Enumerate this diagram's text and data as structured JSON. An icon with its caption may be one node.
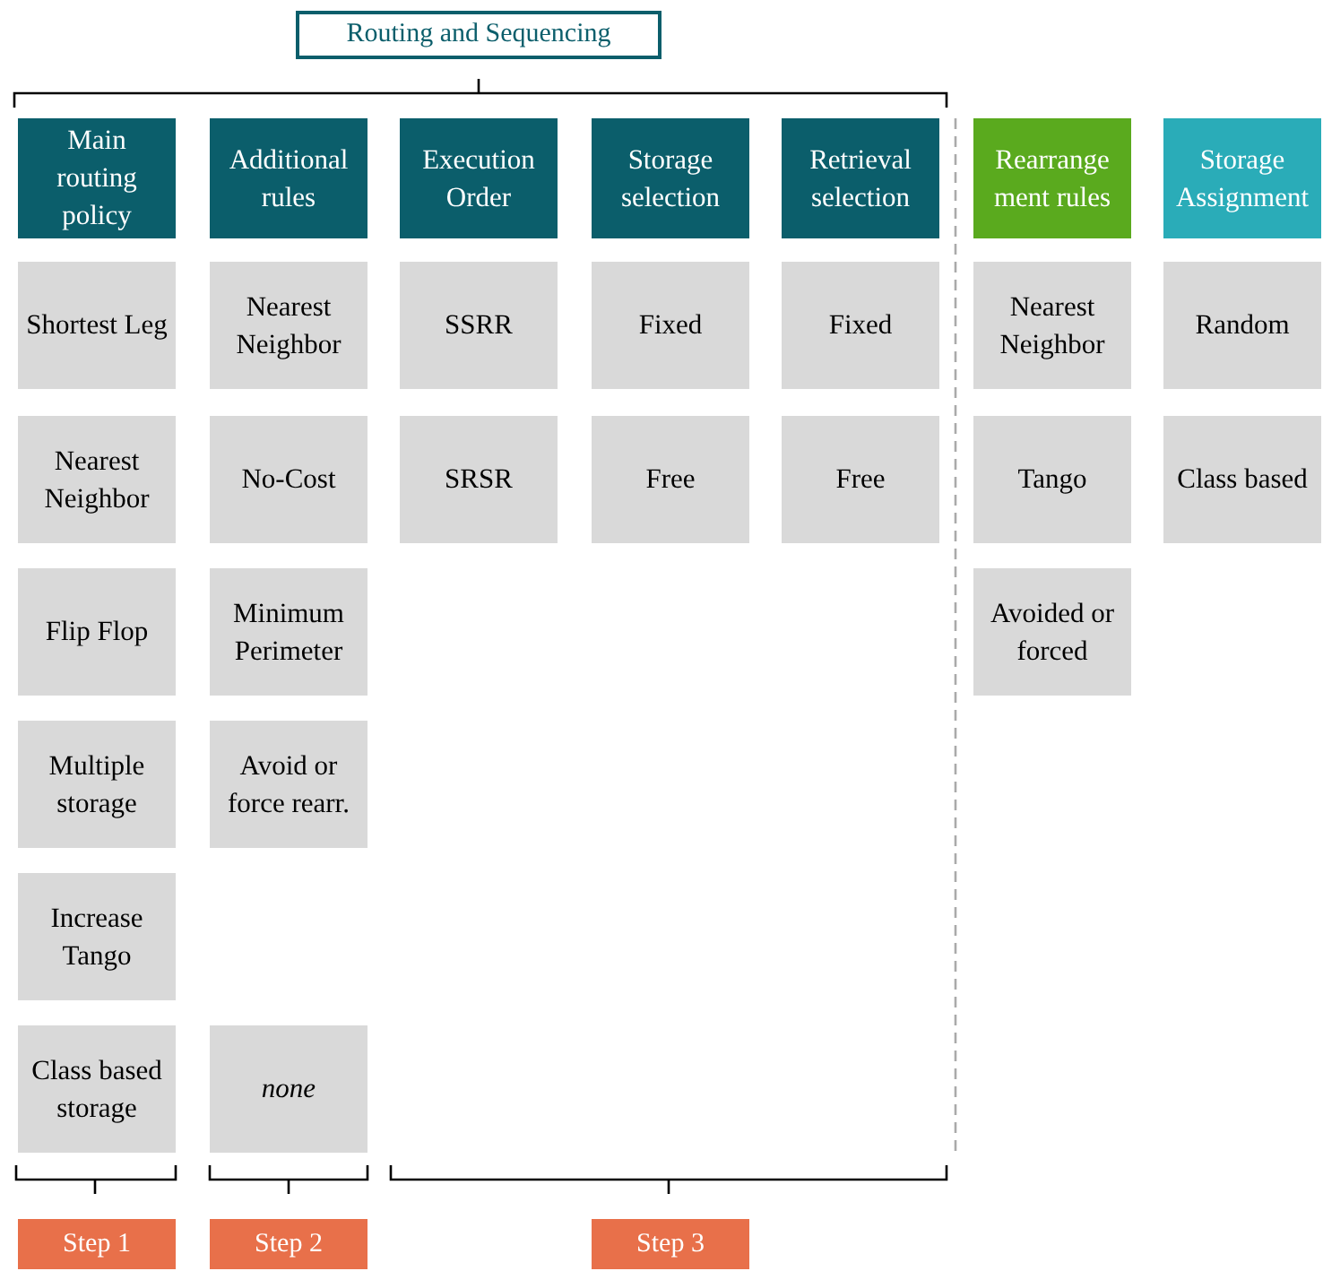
{
  "diagram": {
    "nodes": [
      {
        "text": [
          "Routing and Sequencing"
        ]
      },
      {
        "text": [
          "Main routing policy"
        ]
      },
      {
        "text": [
          "Additional rules"
        ]
      },
      {
        "text": [
          "Execution Order"
        ]
      },
      {
        "text": [
          "Storage selection"
        ]
      },
      {
        "text": [
          "Retrieval selection"
        ]
      },
      {
        "text": [
          "Rearrange ment rules"
        ]
      },
      {
        "text": [
          "Storage Assignment"
        ]
      },
      {
        "text": [
          "Shortest Leg"
        ]
      },
      {
        "text": [
          "Nearest Neighbor"
        ]
      },
      {
        "text": [
          "SSRR"
        ]
      },
      {
        "text": [
          "Fixed"
        ]
      },
      {
        "text": [
          "Fixed"
        ]
      },
      {
        "text": [
          "Nearest Neighbor"
        ]
      },
      {
        "text": [
          "Random"
        ]
      },
      {
        "text": [
          "Nearest Neighbor"
        ]
      },
      {
        "text": [
          "No-Cost"
        ]
      },
      {
        "text": [
          "SRSR"
        ]
      },
      {
        "text": [
          "Free"
        ]
      },
      {
        "text": [
          "Free"
        ]
      },
      {
        "text": [
          "Tango"
        ]
      },
      {
        "text": [
          "Class based"
        ]
      },
      {
        "text": [
          "Flip Flop"
        ]
      },
      {
        "text": [
          "Minimum Perimeter"
        ]
      },
      {
        "text": [
          "Avoided or forced"
        ]
      },
      {
        "text": [
          "Multiple storage"
        ]
      },
      {
        "text": [
          "Avoid or force rearr."
        ]
      },
      {
        "text": [
          "Increase Tango"
        ]
      },
      {
        "text": [
          "Class based storage"
        ]
      },
      {
        "text": [
          "none"
        ]
      },
      {
        "text": [
          "Step 1"
        ]
      },
      {
        "text": [
          "Step 2"
        ]
      },
      {
        "text": [
          "Step 3"
        ]
      }
    ],
    "edges": []
  }
}
